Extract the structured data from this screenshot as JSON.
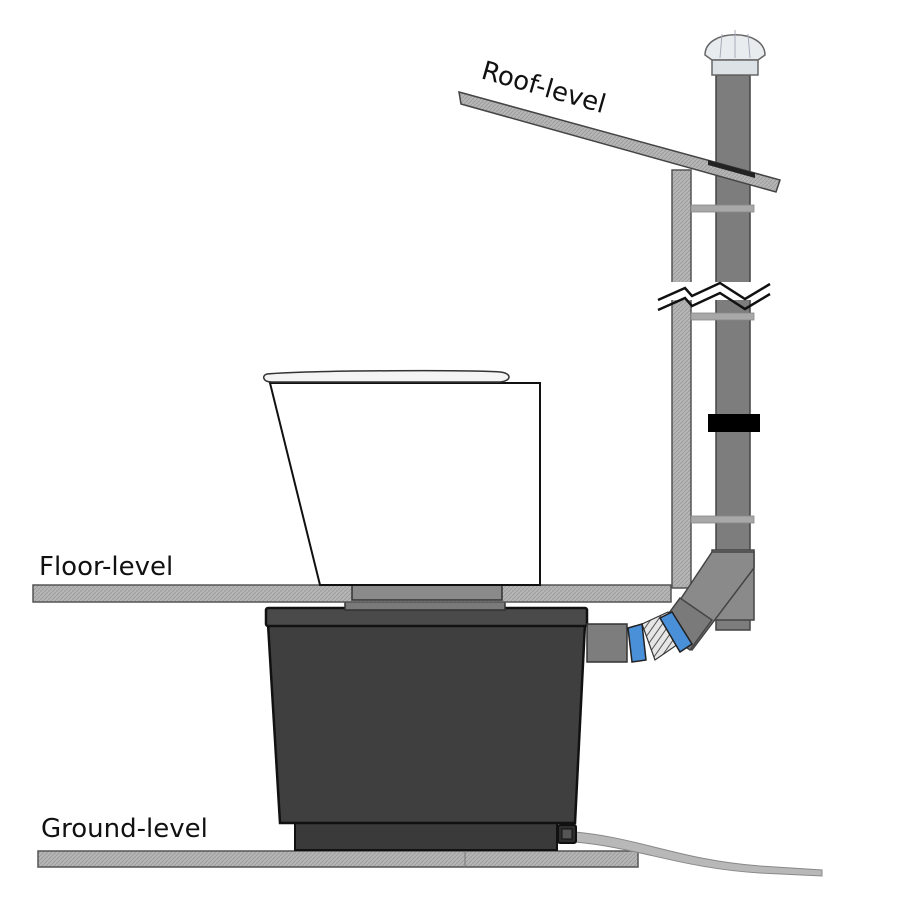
{
  "labels": {
    "roof": "Roof-level",
    "floor": "Floor-level",
    "ground": "Ground-level"
  },
  "colors": {
    "vent_pipe": "#7d7d7d",
    "tank": "#3f3f3f",
    "slab": "#a9a9a9",
    "seal": "#4a90d9",
    "vent_cap": "#e8ecef"
  }
}
